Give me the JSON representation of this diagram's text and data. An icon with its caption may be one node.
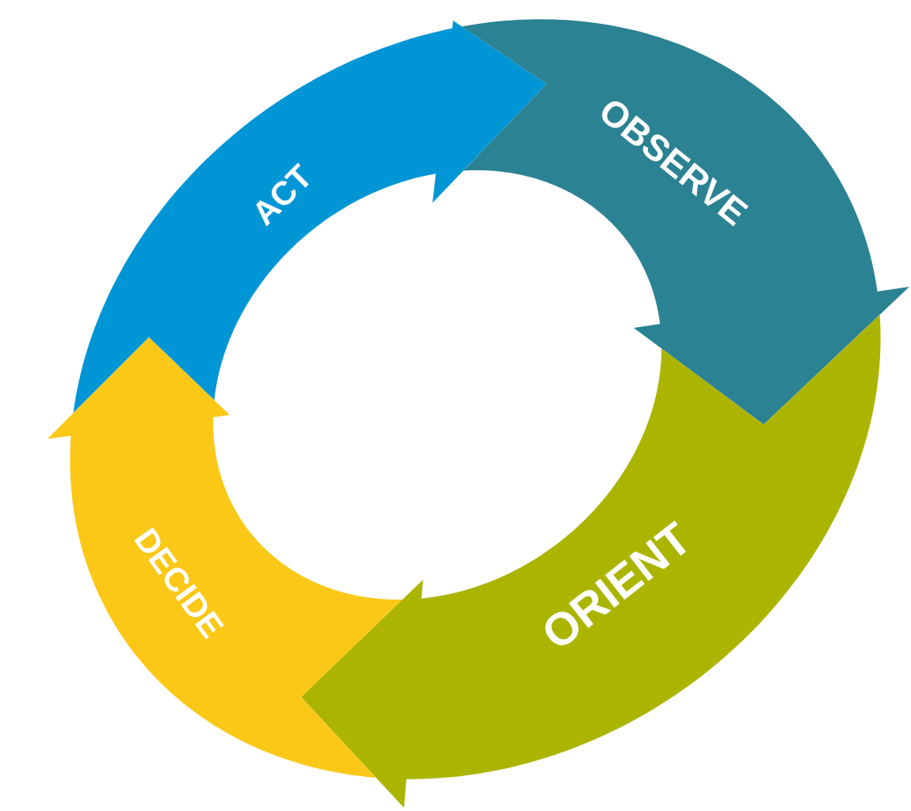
{
  "diagram": {
    "nodes": [
      {
        "text": [
          "ACT"
        ]
      },
      {
        "text": [
          "OBSERVE"
        ]
      },
      {
        "text": [
          "ORIENT"
        ]
      },
      {
        "text": [
          "DECIDE"
        ]
      }
    ]
  }
}
